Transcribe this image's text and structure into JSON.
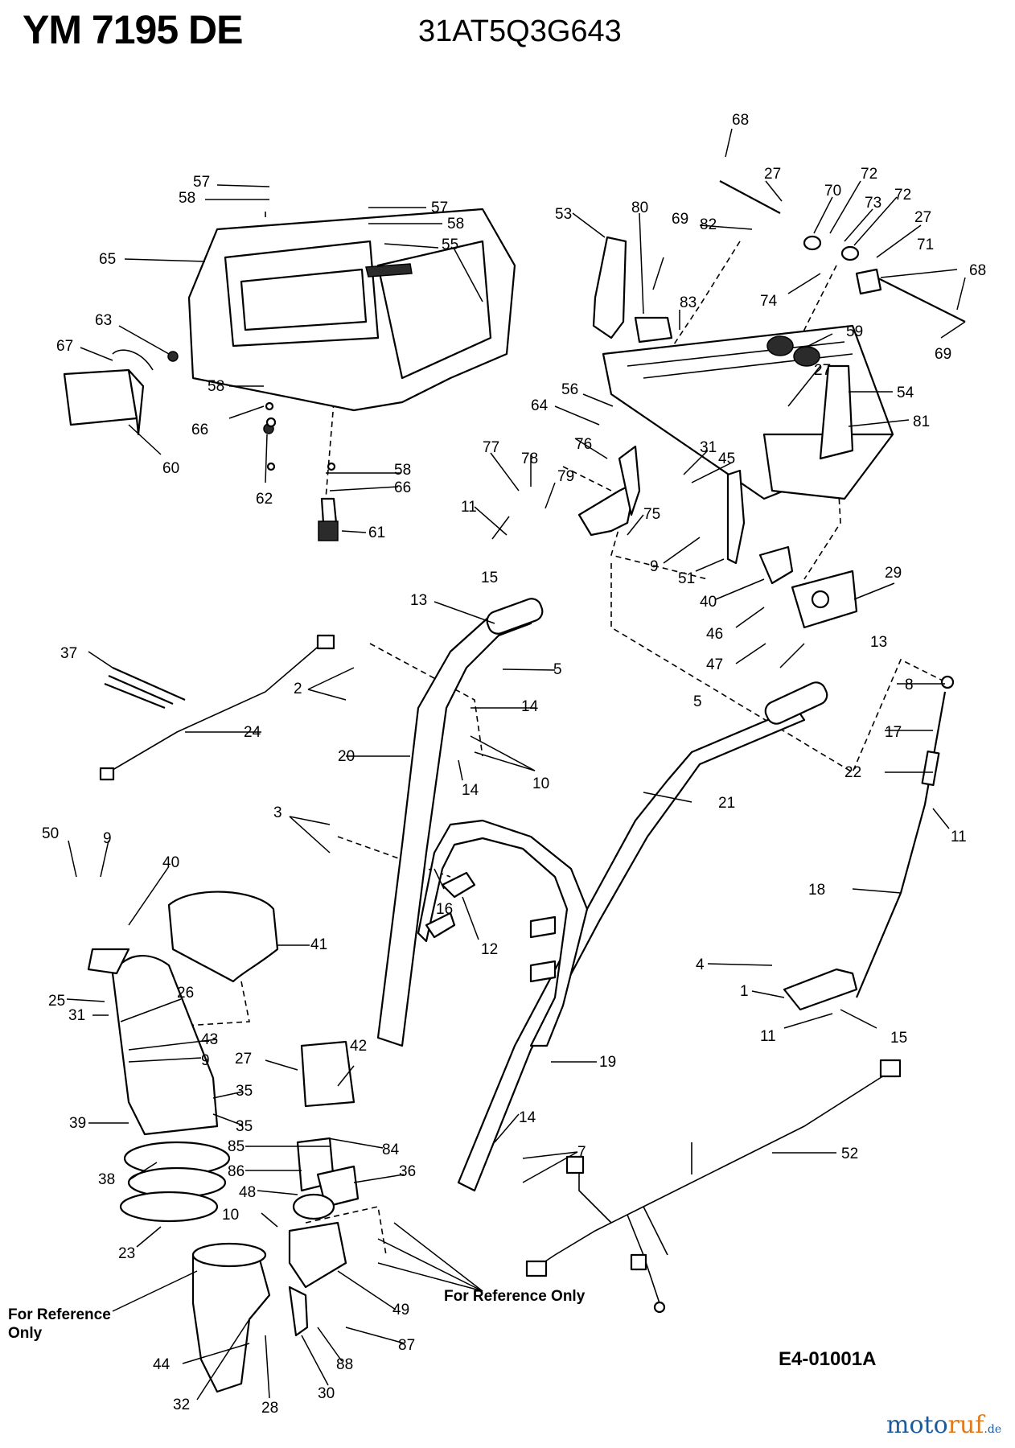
{
  "header": {
    "model": "YM 7195 DE",
    "part_number": "31AT5Q3G643"
  },
  "drawing_number": "E4-01001A",
  "watermark": {
    "brand_main": "moto",
    "brand_accent": "ruf",
    "brand_suffix": ".de",
    "colors": {
      "main": "#1d5a9a",
      "accent": "#e07a1c"
    }
  },
  "notes": {
    "reference_left_line1": "For Reference",
    "reference_left_line2": "Only",
    "reference_right": "For Reference Only"
  },
  "callouts": [
    "68",
    "27",
    "72",
    "70",
    "73",
    "72",
    "27",
    "69",
    "82",
    "80",
    "53",
    "57",
    "58",
    "57",
    "58",
    "55",
    "65",
    "71",
    "68",
    "74",
    "69",
    "83",
    "59",
    "27",
    "54",
    "81",
    "63",
    "67",
    "56",
    "58",
    "66",
    "62",
    "60",
    "64",
    "77",
    "78",
    "79",
    "76",
    "31",
    "45",
    "11",
    "75",
    "58",
    "66",
    "61",
    "15",
    "9",
    "51",
    "40",
    "29",
    "46",
    "47",
    "13",
    "37",
    "5",
    "2",
    "14",
    "24",
    "10",
    "20",
    "14",
    "13",
    "5",
    "8",
    "17",
    "22",
    "21",
    "3",
    "11",
    "50",
    "9",
    "40",
    "16",
    "12",
    "41",
    "18",
    "4",
    "1",
    "25",
    "26",
    "31",
    "11",
    "15",
    "43",
    "9",
    "27",
    "42",
    "19",
    "35",
    "39",
    "35",
    "84",
    "85",
    "52",
    "38",
    "86",
    "36",
    "48",
    "14",
    "7",
    "23",
    "10",
    "49",
    "44",
    "30",
    "87",
    "88",
    "32",
    "28"
  ]
}
